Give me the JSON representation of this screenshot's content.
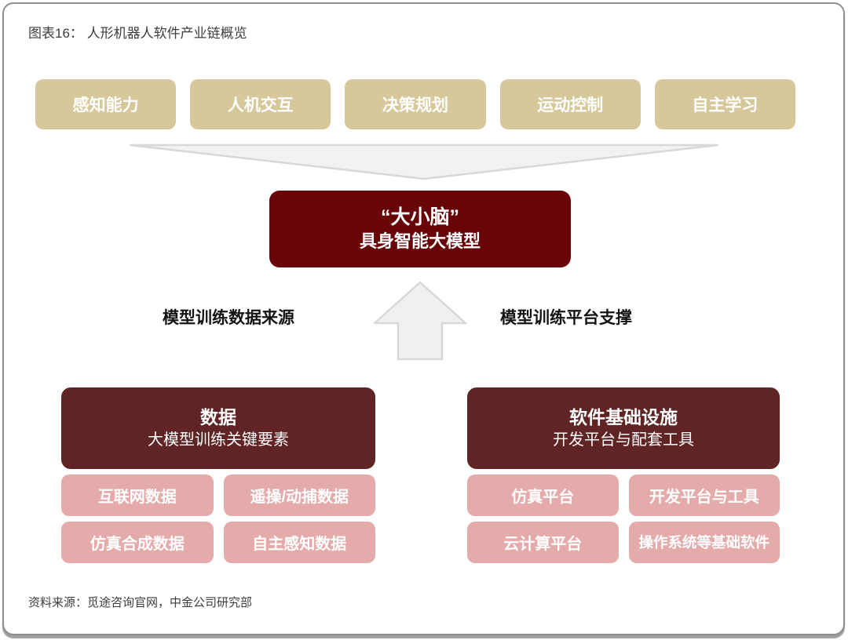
{
  "page": {
    "title": "图表16： 人形机器人软件产业链概览",
    "source": "资料来源：觅途咨询官网，中金公司研究部"
  },
  "colors": {
    "capability_tan": "#d6c89a",
    "brain_deep_red": "#670508",
    "section_maroon": "#5f2423",
    "item_pink": "#e5abaa",
    "shape_fill": "#f2f2f2",
    "shape_border": "#d8d8d8"
  },
  "capabilities": [
    "感知能力",
    "人机交互",
    "决策规划",
    "运动控制",
    "自主学习"
  ],
  "brain": {
    "line1": "“大小脑”",
    "line2": "具身智能大模型"
  },
  "mid_labels": {
    "left": "模型训练数据来源",
    "right": "模型训练平台支撑"
  },
  "data_section": {
    "title": "数据",
    "subtitle": "大模型训练关键要素",
    "items": [
      "互联网数据",
      "遥操/动捕数据",
      "仿真合成数据",
      "自主感知数据"
    ]
  },
  "infra_section": {
    "title": "软件基础设施",
    "subtitle": "开发平台与配套工具",
    "items": [
      "仿真平台",
      "开发平台与工具",
      "云计算平台",
      "操作系统等基础软件"
    ]
  }
}
